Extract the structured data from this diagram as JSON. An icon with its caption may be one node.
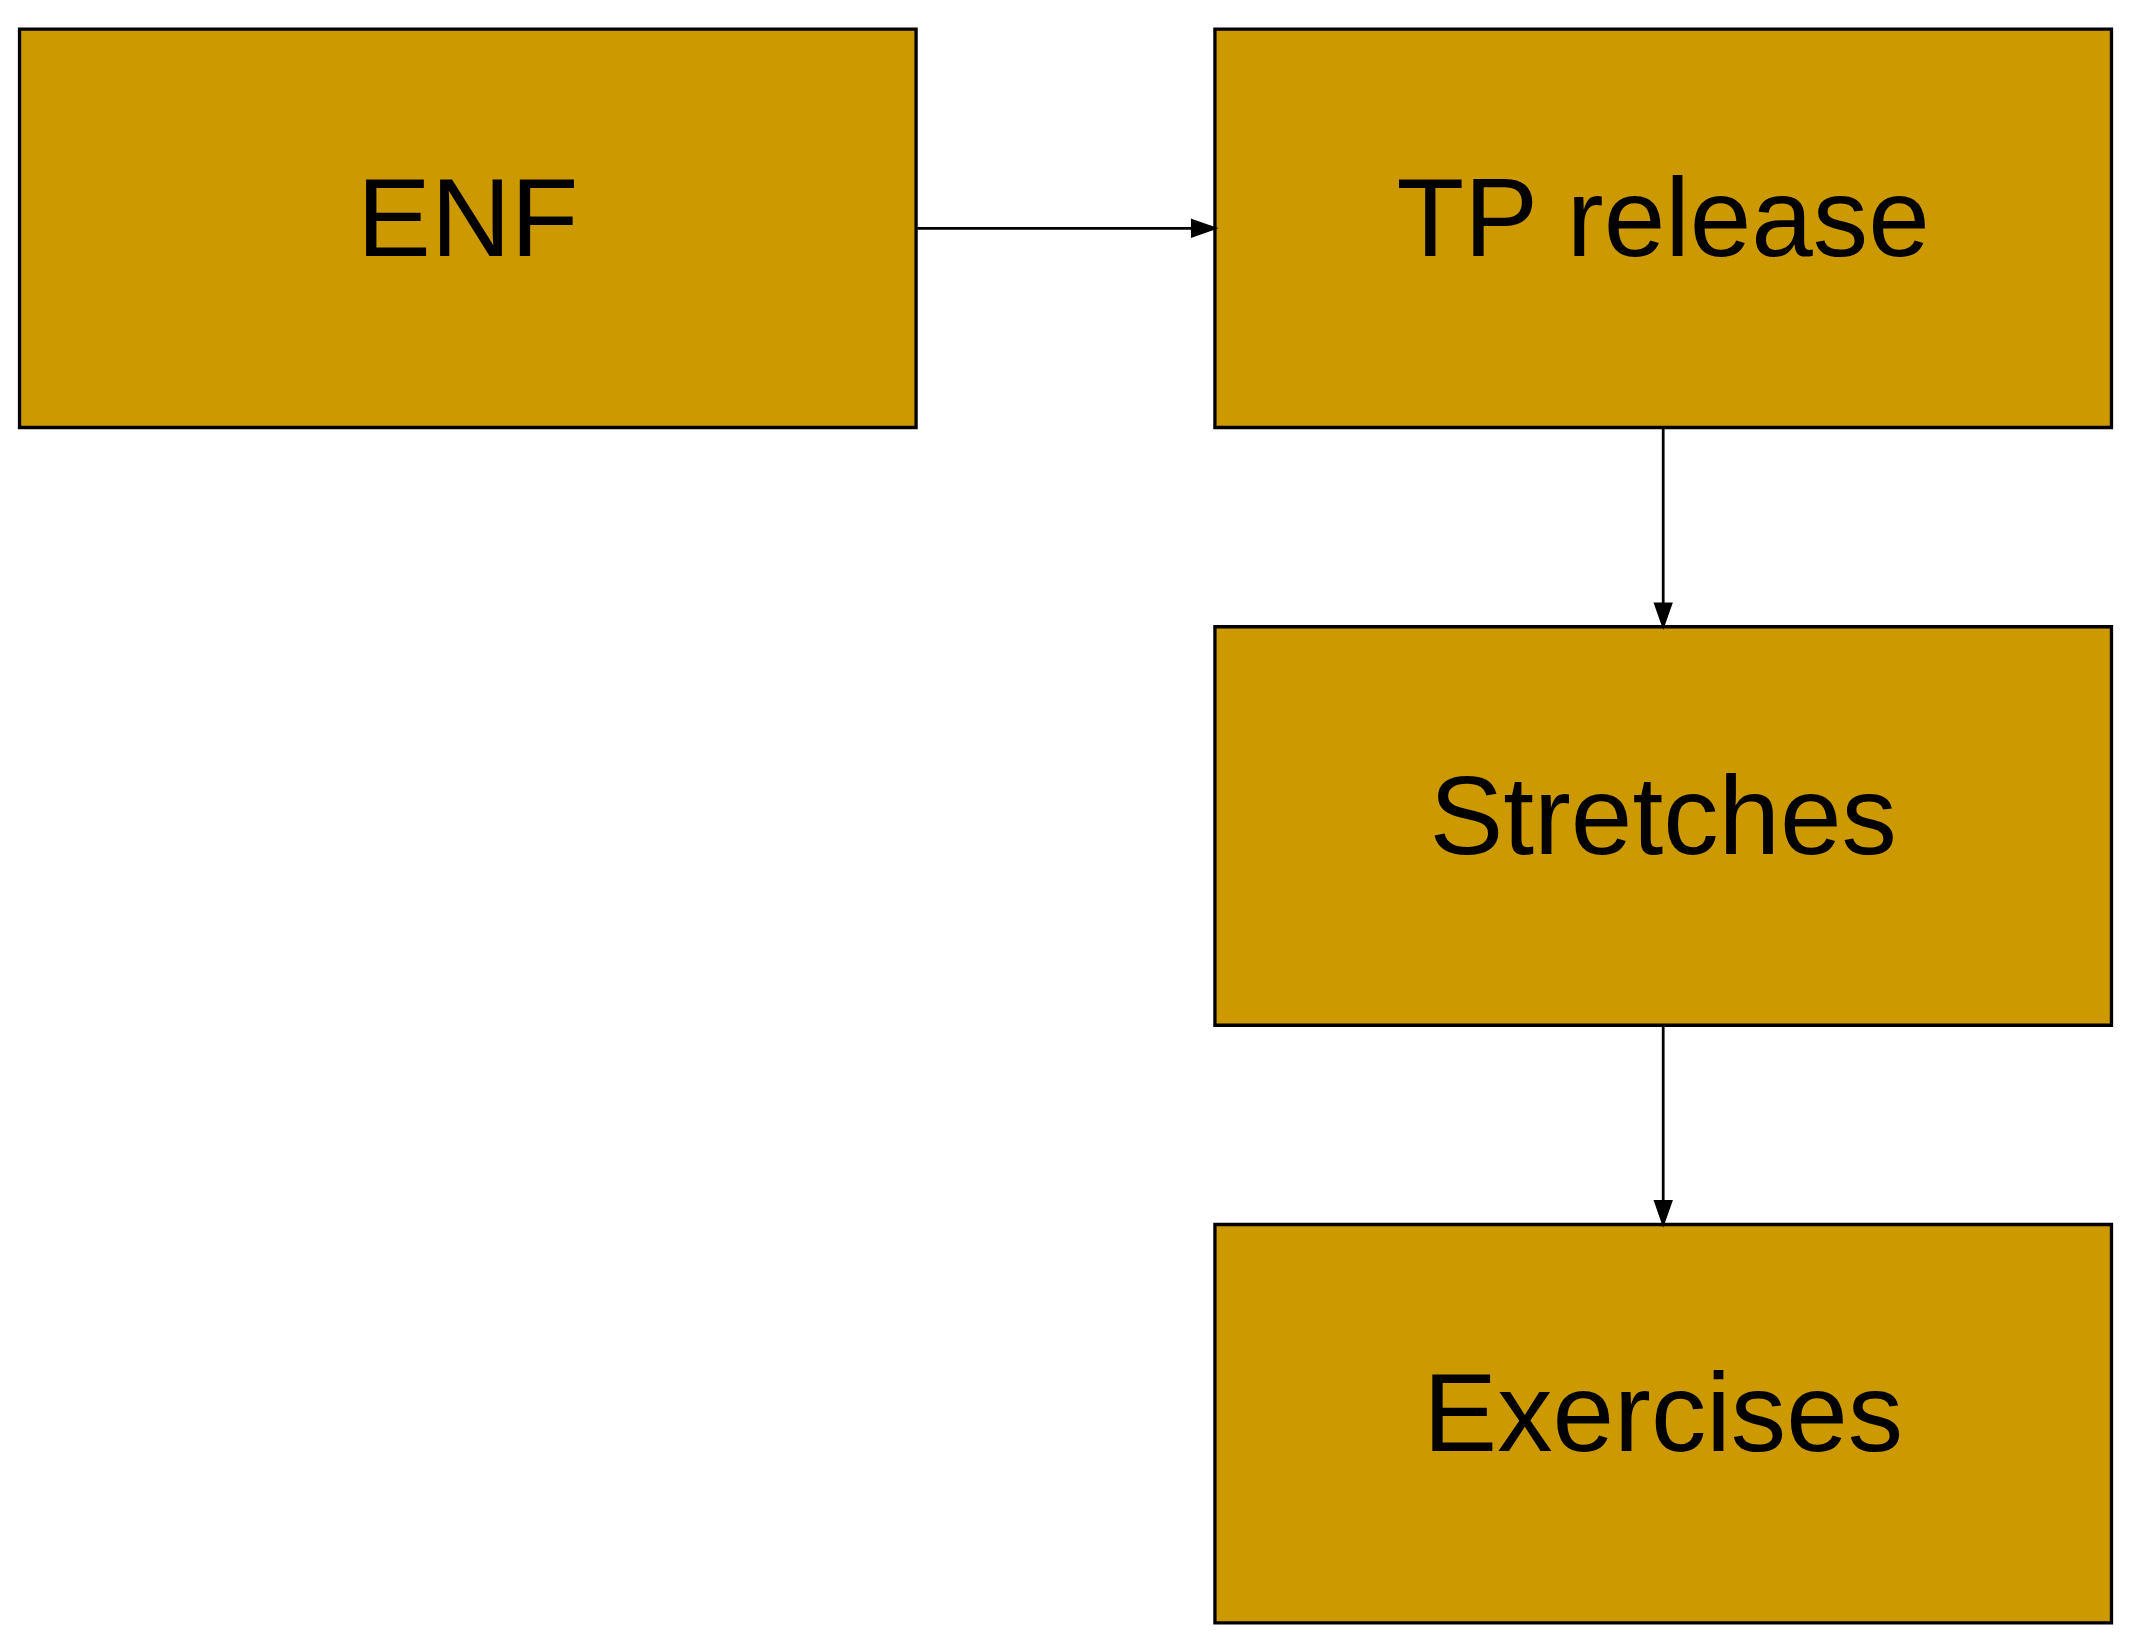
{
  "diagram": {
    "nodes": [
      {
        "text": [
          "ENF"
        ]
      },
      {
        "text": [
          "TP release"
        ]
      },
      {
        "text": [
          "Stretches"
        ]
      },
      {
        "text": [
          "Exercises"
        ]
      }
    ],
    "edges": [
      {
        "from": 0,
        "to": 1,
        "arrow": "to"
      },
      {
        "from": 1,
        "to": 2,
        "arrow": "to"
      },
      {
        "from": 2,
        "to": 3,
        "arrow": "to"
      }
    ]
  }
}
